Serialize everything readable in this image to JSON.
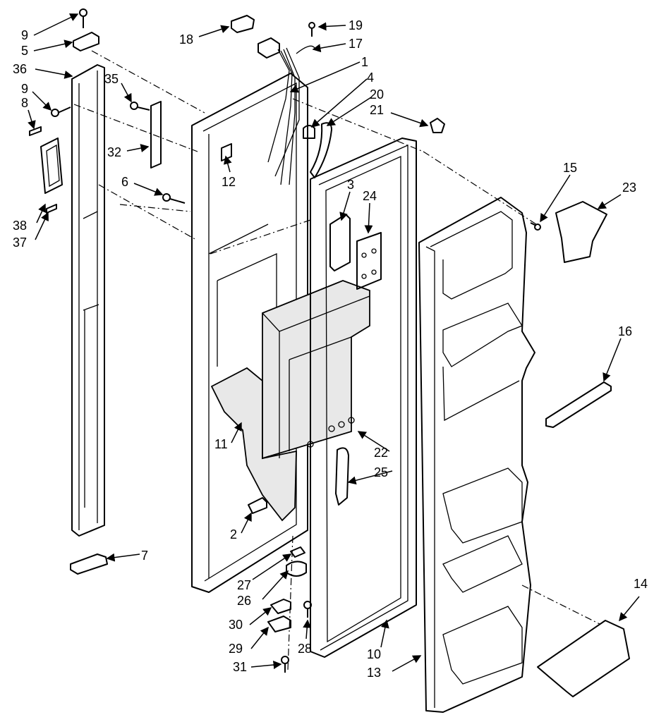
{
  "callouts": [
    {
      "id": "c9a",
      "text": "9"
    },
    {
      "id": "c5",
      "text": "5"
    },
    {
      "id": "c36",
      "text": "36"
    },
    {
      "id": "c9b",
      "text": "9"
    },
    {
      "id": "c8",
      "text": "8"
    },
    {
      "id": "c35",
      "text": "35"
    },
    {
      "id": "c32",
      "text": "32"
    },
    {
      "id": "c6",
      "text": "6"
    },
    {
      "id": "c38",
      "text": "38"
    },
    {
      "id": "c37",
      "text": "37"
    },
    {
      "id": "c7",
      "text": "7"
    },
    {
      "id": "c18",
      "text": "18"
    },
    {
      "id": "c19",
      "text": "19"
    },
    {
      "id": "c17",
      "text": "17"
    },
    {
      "id": "c1",
      "text": "1"
    },
    {
      "id": "c4",
      "text": "4"
    },
    {
      "id": "c20",
      "text": "20"
    },
    {
      "id": "c21",
      "text": "21"
    },
    {
      "id": "c12",
      "text": "12"
    },
    {
      "id": "c3",
      "text": "3"
    },
    {
      "id": "c24",
      "text": "24"
    },
    {
      "id": "c15",
      "text": "15"
    },
    {
      "id": "c23",
      "text": "23"
    },
    {
      "id": "c16",
      "text": "16"
    },
    {
      "id": "c11",
      "text": "11"
    },
    {
      "id": "c22",
      "text": "22"
    },
    {
      "id": "c25",
      "text": "25"
    },
    {
      "id": "c2",
      "text": "2"
    },
    {
      "id": "c27",
      "text": "27"
    },
    {
      "id": "c26",
      "text": "26"
    },
    {
      "id": "c30",
      "text": "30"
    },
    {
      "id": "c29",
      "text": "29"
    },
    {
      "id": "c28",
      "text": "28"
    },
    {
      "id": "c31",
      "text": "31"
    },
    {
      "id": "c10",
      "text": "10"
    },
    {
      "id": "c13",
      "text": "13"
    },
    {
      "id": "c14",
      "text": "14"
    }
  ]
}
